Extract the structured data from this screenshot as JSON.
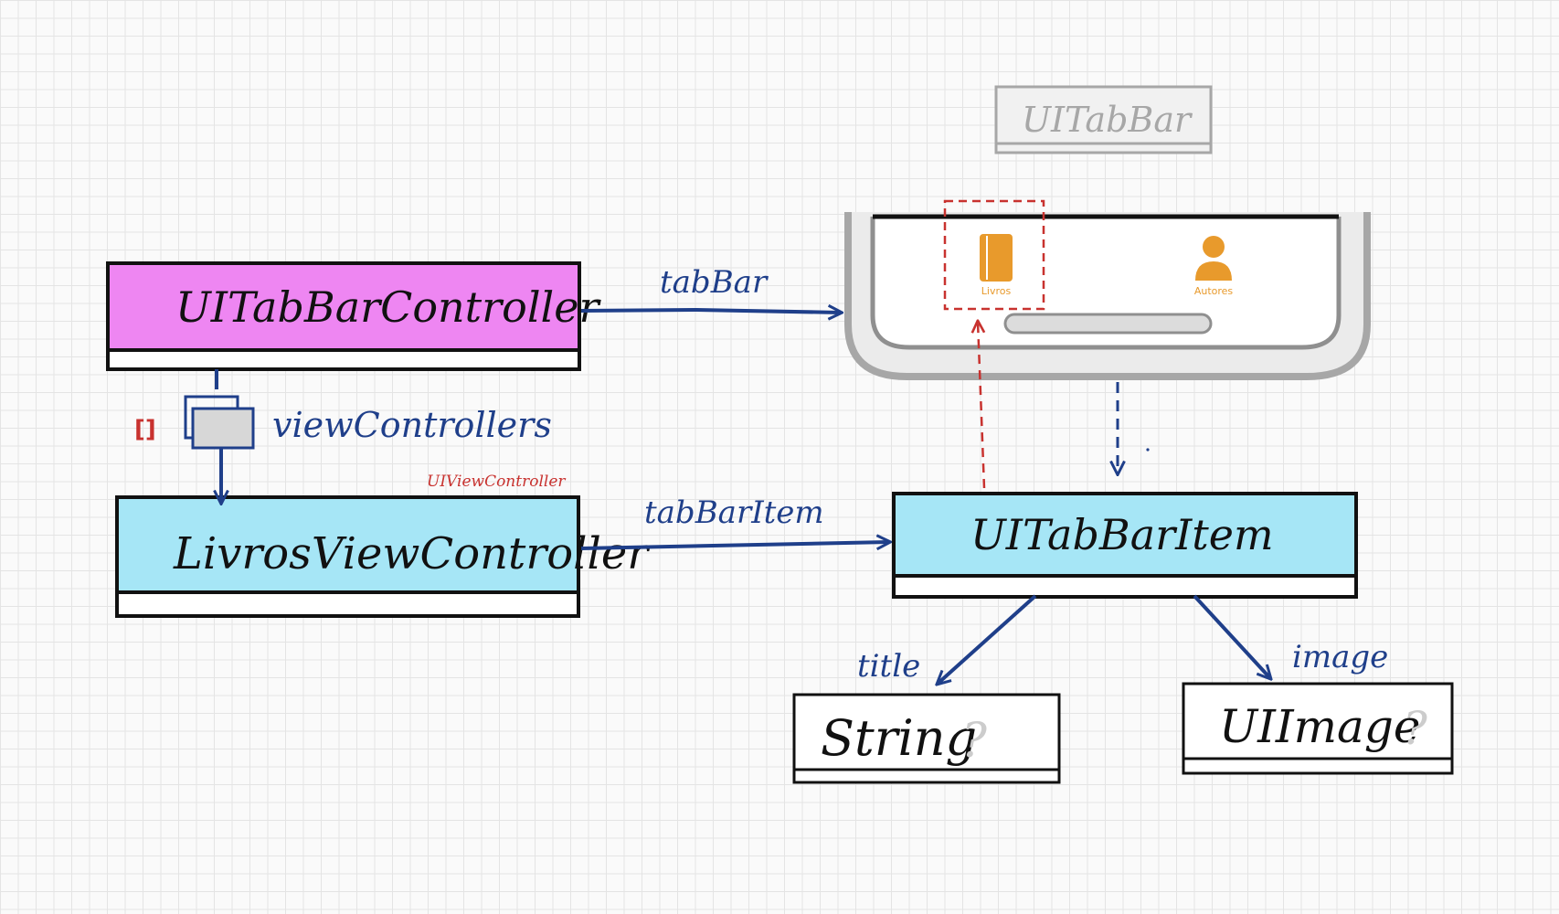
{
  "colors": {
    "ink": "#111111",
    "blue": "#1f3f8a",
    "red_dashed": "#c8322f",
    "magenta_fill": "#ee86f2",
    "cyan_fill": "#a6e6f6",
    "gray": "#a7a7a7",
    "orange_icon": "#e89a2c",
    "stack_gray": "#d7d7d7"
  },
  "nodes": {
    "tabbar_controller": "UITabBarController",
    "livros_vc": "LivrosViewController",
    "tabbar_item": "UITabBarItem",
    "tabbar": "UITabBar",
    "string": "String",
    "uiimage": "UIImage",
    "optional_mark": "?"
  },
  "edges": {
    "tabBar": "tabBar",
    "viewControllers": "viewControllers",
    "array_marker": "[]",
    "uiviewcontroller_note": "UIViewController",
    "tabBarItem": "tabBarItem",
    "title": "title",
    "image": "image"
  },
  "tabbar_mock": {
    "items": [
      {
        "label": "Livros",
        "icon": "book-icon"
      },
      {
        "label": "Autores",
        "icon": "person-icon"
      }
    ]
  }
}
